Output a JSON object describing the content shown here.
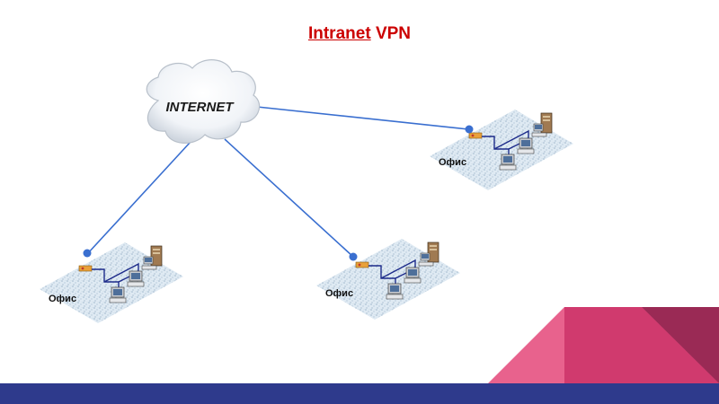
{
  "title": {
    "part1": "Intranet",
    "part2": "VPN"
  },
  "cloud": {
    "label": "INTERNET"
  },
  "offices": [
    {
      "label": "Офис"
    },
    {
      "label": "Офис"
    },
    {
      "label": "Офис"
    }
  ],
  "colors": {
    "title": "#cc0000",
    "link_line": "#3a6fd0",
    "bottom_bar": "#2e3a8c",
    "corner_pink": "#e8628d",
    "corner_magenta": "#d03a6e",
    "corner_dark": "#9a2a55"
  }
}
